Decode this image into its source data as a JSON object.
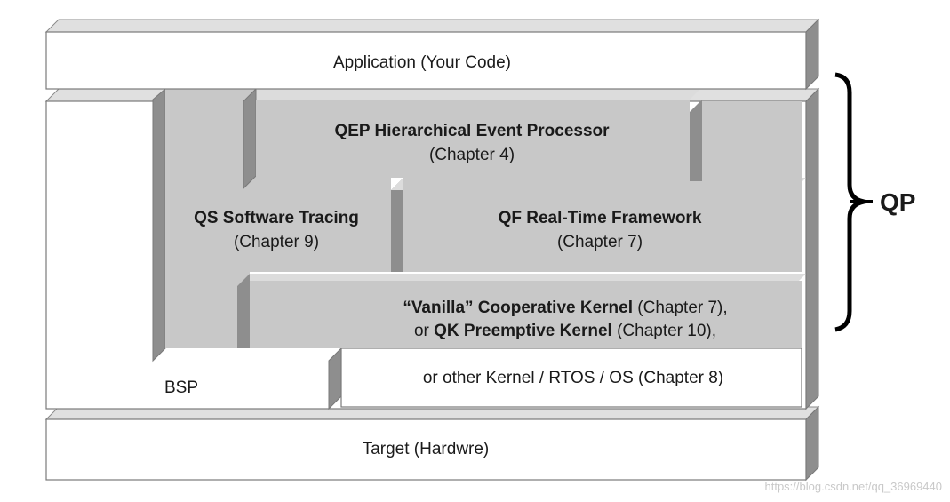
{
  "layers": {
    "application": "Application (Your Code)",
    "qep": {
      "title": "QEP Hierarchical Event Processor",
      "chapter": "(Chapter 4)"
    },
    "qs": {
      "title": "QS Software Tracing",
      "chapter": "(Chapter 9)"
    },
    "qf": {
      "title": "QF Real-Time Framework",
      "chapter": "(Chapter 7)"
    },
    "kernel": {
      "line1_bold": "“Vanilla” Cooperative Kernel",
      "line1_rest": " (Chapter 7),",
      "line2_prefix": "or ",
      "line2_bold": "QK Preemptive Kernel",
      "line2_rest": " (Chapter 10),"
    },
    "bsp": "BSP",
    "rtos": "or other Kernel / RTOS / OS (Chapter 8)",
    "target": "Target (Hardwre)"
  },
  "bracket_label": "QP",
  "watermark": "https://blog.csdn.net/qq_36969440",
  "colors": {
    "box_white": "#ffffff",
    "box_gray": "#c8c8c8",
    "side_dark": "#8e8e8e",
    "top_light": "#dcdcdc",
    "outline": "#7a7a7a",
    "text": "#1a1a1a"
  }
}
